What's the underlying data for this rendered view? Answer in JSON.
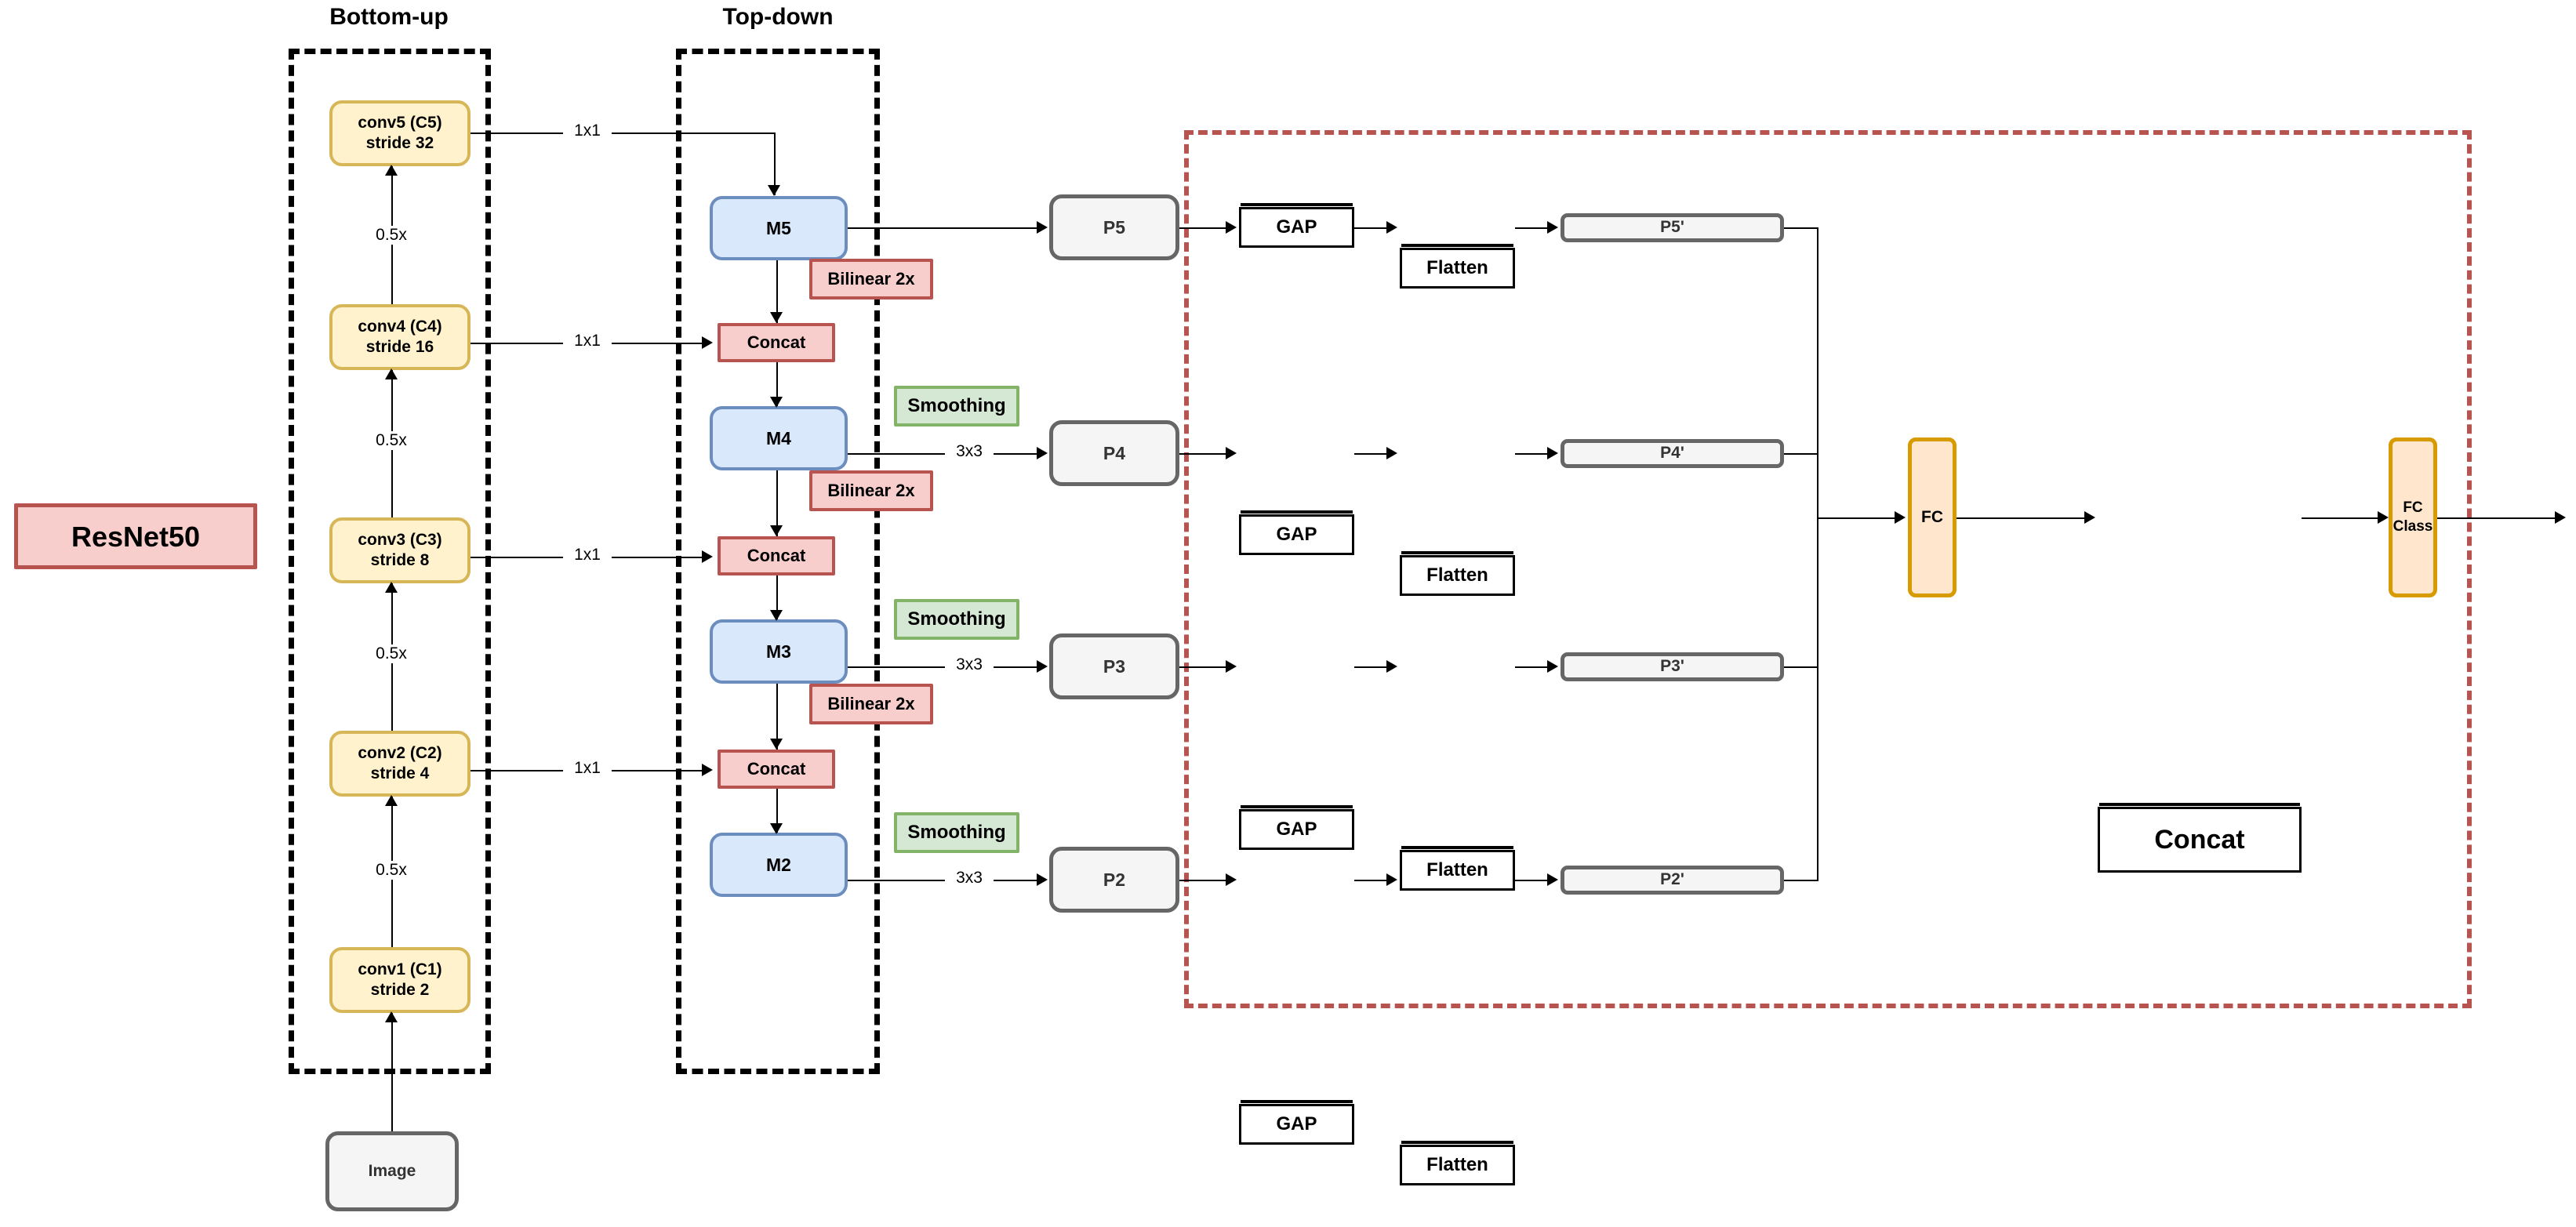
{
  "diagram": {
    "title_labels": [
      {
        "id": "bottom-up",
        "text": "Bottom-up"
      },
      {
        "id": "top-down",
        "text": "Top-down"
      }
    ],
    "backbone": {
      "label": "ResNet50"
    },
    "input": {
      "label": "Image"
    },
    "bottom_up": {
      "blocks": [
        {
          "id": "c5",
          "label": "conv5 (C5)\nstride 32"
        },
        {
          "id": "c4",
          "label": "conv4 (C4)\nstride 16"
        },
        {
          "id": "c3",
          "label": "conv3 (C3)\nstride 8"
        },
        {
          "id": "c2",
          "label": "conv2 (C2)\nstride 4"
        },
        {
          "id": "c1",
          "label": "conv1 (C1)\nstride 2"
        }
      ],
      "scale_labels": [
        {
          "id": "c1-c2",
          "text": "0.5x"
        },
        {
          "id": "c2-c3",
          "text": "0.5x"
        },
        {
          "id": "c3-c4",
          "text": "0.5x"
        },
        {
          "id": "c4-c5",
          "text": "0.5x"
        }
      ]
    },
    "lateral_labels": [
      {
        "id": "lat-c5",
        "text": "1x1"
      },
      {
        "id": "lat-c4",
        "text": "1x1"
      },
      {
        "id": "lat-c3",
        "text": "1x1"
      },
      {
        "id": "lat-c2",
        "text": "1x1"
      }
    ],
    "top_down": {
      "merge_blocks": [
        {
          "id": "m5",
          "label": "M5"
        },
        {
          "id": "m4",
          "label": "M4"
        },
        {
          "id": "m3",
          "label": "M3"
        },
        {
          "id": "m2",
          "label": "M2"
        }
      ],
      "concat_blocks": [
        {
          "id": "concat-4",
          "label": "Concat"
        },
        {
          "id": "concat-3",
          "label": "Concat"
        },
        {
          "id": "concat-2",
          "label": "Concat"
        }
      ],
      "upsample_blocks": [
        {
          "id": "bilinear-m5",
          "label": "Bilinear 2x"
        },
        {
          "id": "bilinear-m4",
          "label": "Bilinear 2x"
        },
        {
          "id": "bilinear-m3",
          "label": "Bilinear 2x"
        }
      ]
    },
    "smoothing_blocks": [
      {
        "id": "smoothing-p4",
        "label": "Smoothing"
      },
      {
        "id": "smoothing-p3",
        "label": "Smoothing"
      },
      {
        "id": "smoothing-p2",
        "label": "Smoothing"
      }
    ],
    "conv_labels": [
      {
        "id": "conv-p4",
        "text": "3x3"
      },
      {
        "id": "conv-p3",
        "text": "3x3"
      },
      {
        "id": "conv-p2",
        "text": "3x3"
      }
    ],
    "pyramid_outputs": [
      {
        "id": "p5",
        "label": "P5"
      },
      {
        "id": "p4",
        "label": "P4"
      },
      {
        "id": "p3",
        "label": "P3"
      },
      {
        "id": "p2",
        "label": "P2"
      }
    ],
    "head_rows": [
      {
        "id": "row-p5",
        "gap": "GAP",
        "flatten": "Flatten",
        "feature": "P5'"
      },
      {
        "id": "row-p4",
        "gap": "GAP",
        "flatten": "Flatten",
        "feature": "P4'"
      },
      {
        "id": "row-p3",
        "gap": "GAP",
        "flatten": "Flatten",
        "feature": "P3'"
      },
      {
        "id": "row-p2",
        "gap": "GAP",
        "flatten": "Flatten",
        "feature": "P2'"
      }
    ],
    "classifier": {
      "fc": "FC",
      "concat": "Concat",
      "fc_class": "FC\nClass"
    },
    "colors": {
      "conv_fill": "#fff2cc",
      "conv_stroke": "#d6b656",
      "merge_fill": "#dae8fc",
      "merge_stroke": "#6c8ebf",
      "red_fill": "#f8cecc",
      "red_stroke": "#b85450",
      "green_fill": "#d5e8d4",
      "green_stroke": "#82b366",
      "grey_fill": "#f5f5f5",
      "grey_stroke": "#666666",
      "orange_fill": "#ffe6cc",
      "orange_stroke": "#d79b00",
      "dashed_black": "#000000",
      "dashed_red": "#b85450"
    }
  }
}
